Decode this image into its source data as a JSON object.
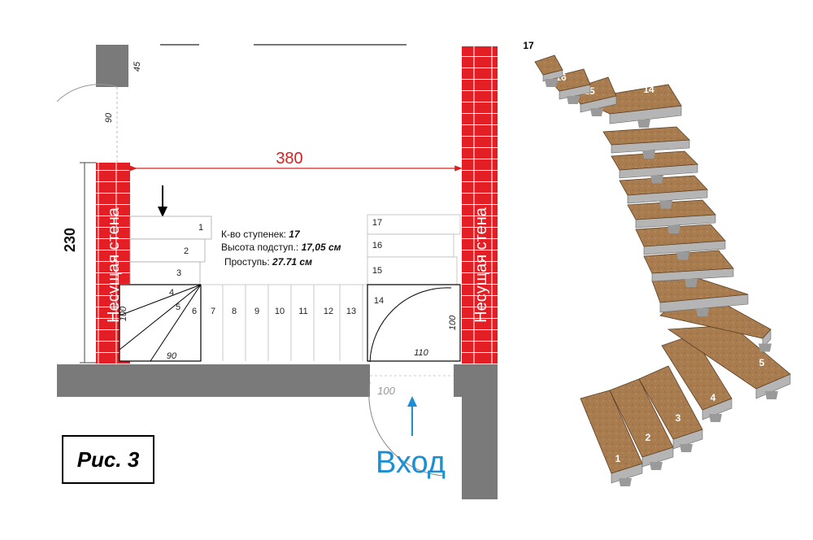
{
  "figure_label": "Рис. 3",
  "width_dim": "380",
  "depth_dim": "230",
  "load_wall_label": "Несущая стена",
  "entrance_label": "Вход",
  "info": {
    "steps_label": "К-во ступенек:",
    "steps_value": "17",
    "riser_label": "Высота подступ.:",
    "riser_value": "17,05 см",
    "tread_label": "Проступь:",
    "tread_value": "27.71 см"
  },
  "plan_dims": {
    "wall_45": "45",
    "door_90": "90",
    "landing_100_left": "100",
    "landing_90": "90",
    "landing_100_right": "100",
    "landing_110": "110",
    "door_100": "100"
  },
  "step_numbers": [
    "1",
    "2",
    "3",
    "4",
    "5",
    "6",
    "7",
    "8",
    "9",
    "10",
    "11",
    "12",
    "13",
    "14",
    "15",
    "16",
    "17"
  ],
  "colors": {
    "brick": "#e31e24",
    "concrete": "#7a7a7a",
    "dimension_red": "#d92020",
    "entrance_blue": "#1a8fd6",
    "wood": "#a97c4f",
    "support": "#b5b5b5"
  }
}
